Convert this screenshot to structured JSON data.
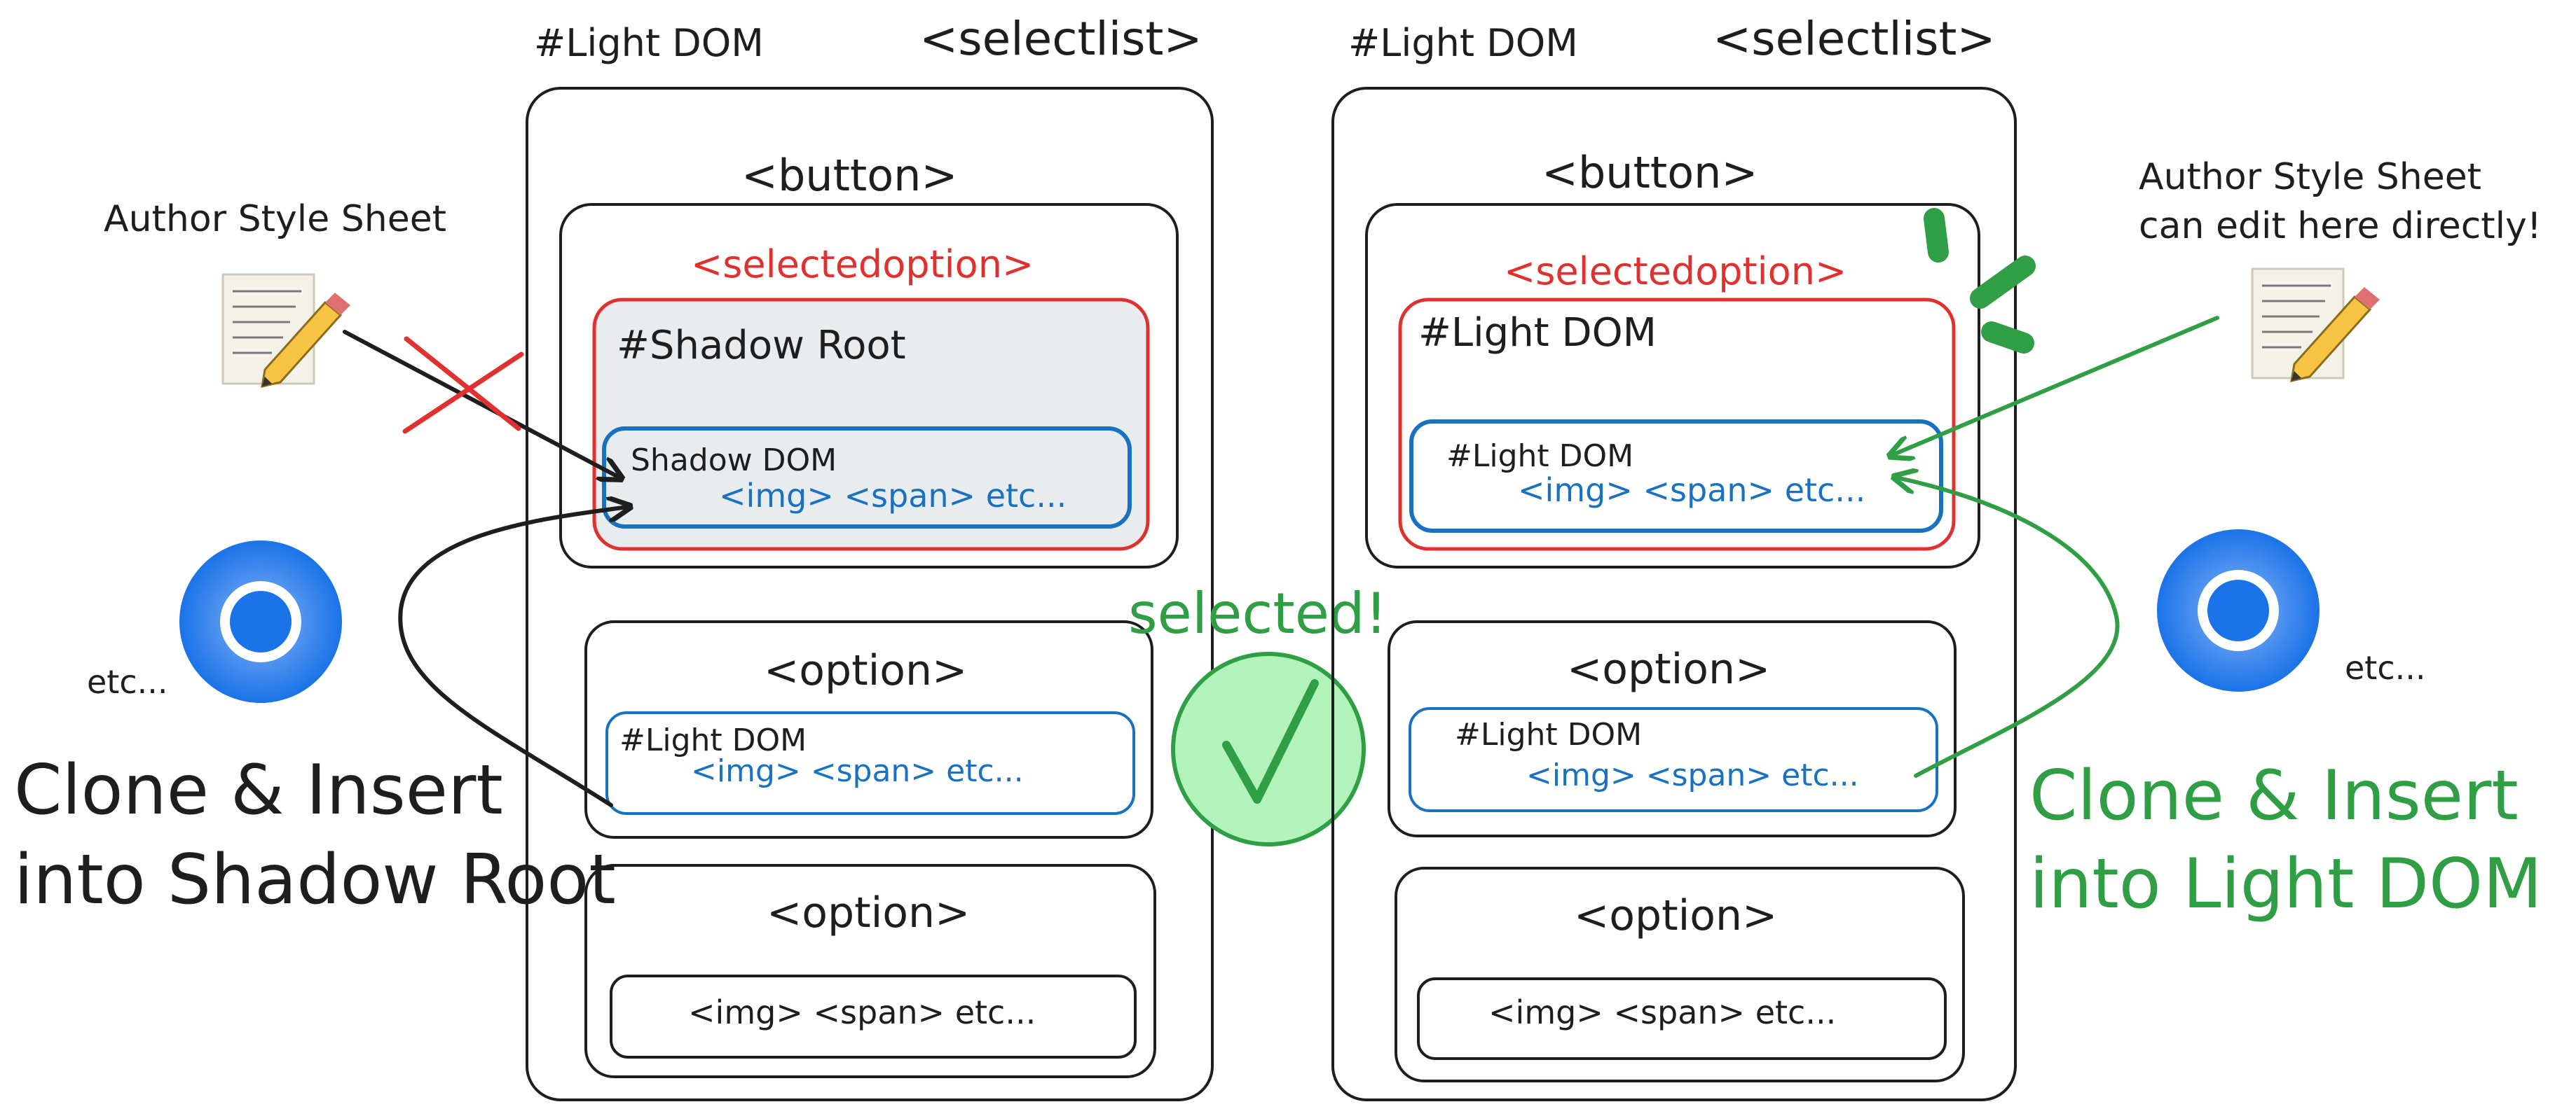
{
  "left": {
    "light_dom_label": "#Light DOM",
    "selectlist_label": "<selectlist>",
    "button_label": "<button>",
    "selectedoption_label": "<selectedoption>",
    "shadow_root_label": "#Shadow Root",
    "shadow_dom_label": "Shadow DOM",
    "shadow_dom_content": "<img> <span> etc...",
    "option1_label": "<option>",
    "option1_light_dom": "#Light DOM",
    "option1_content": "<img> <span> etc...",
    "option2_label": "<option>",
    "option2_content": "<img> <span> etc...",
    "author_style_sheet": "Author Style Sheet",
    "etc": "etc...",
    "clone_line1": "Clone & Insert",
    "clone_line2": "into Shadow Root"
  },
  "right": {
    "light_dom_label": "#Light DOM",
    "selectlist_label": "<selectlist>",
    "button_label": "<button>",
    "selectedoption_label": "<selectedoption>",
    "inner_light_dom_label": "#Light DOM",
    "nested_light_dom_label": "#Light DOM",
    "nested_content": "<img> <span> etc...",
    "option1_label": "<option>",
    "option1_light_dom": "#Light DOM",
    "option1_content": "<img> <span> etc...",
    "option2_label": "<option>",
    "option2_content": "<img> <span> etc...",
    "author_line1": "Author Style Sheet",
    "author_line2": "can edit here directly!",
    "etc": "etc...",
    "clone_line1": "Clone & Insert",
    "clone_line2": "into Light DOM"
  },
  "center": {
    "selected_label": "selected!"
  },
  "icons": [
    "memo-icon",
    "chromium-icon",
    "check-icon",
    "cross-icon"
  ],
  "colors": {
    "text": "#1e1e1e",
    "red": "#e03131",
    "blue": "#1971c2",
    "green": "#2f9e44",
    "shadow_fill": "#e9ecef",
    "check_fill": "#b2f2bb",
    "chrome_blue": "#1a73e8"
  }
}
